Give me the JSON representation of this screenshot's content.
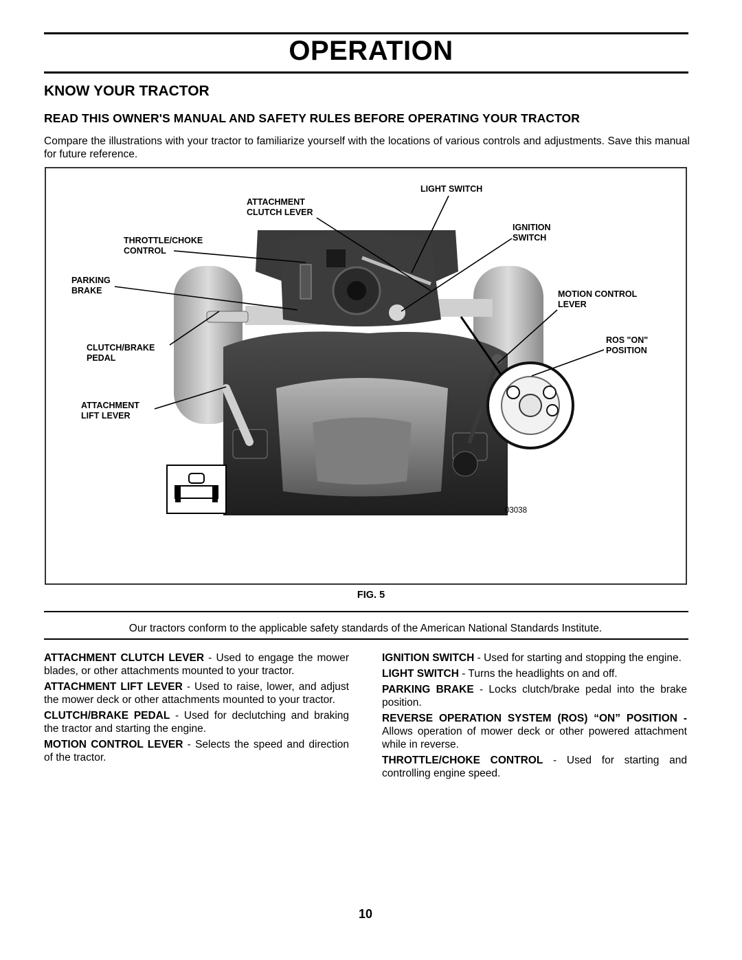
{
  "header": {
    "title": "OPERATION"
  },
  "section": {
    "heading": "KNOW YOUR TRACTOR",
    "subheading": "READ THIS OWNER'S MANUAL AND SAFETY RULES BEFORE OPERATING YOUR TRACTOR",
    "intro": "Compare the illustrations with your tractor to familiarize yourself with the locations of various controls and adjustments. Save this manual for future reference."
  },
  "figure": {
    "caption": "FIG. 5",
    "image_code": "03038",
    "callouts": {
      "light_switch": "LIGHT SWITCH",
      "attachment_clutch_lever": "ATTACHMENT\nCLUTCH LEVER",
      "throttle_choke_control": "THROTTLE/CHOKE\nCONTROL",
      "ignition_switch": "IGNITION\nSWITCH",
      "parking_brake": "PARKING\nBRAKE",
      "motion_control_lever": "MOTION CONTROL\nLEVER",
      "ros_on_position": "ROS \"ON\"\nPOSITION",
      "clutch_brake_pedal": "CLUTCH/BRAKE\nPEDAL",
      "attachment_lift_lever": "ATTACHMENT\nLIFT LEVER"
    }
  },
  "standards_note": "Our tractors conform to the applicable safety standards of the American National Standards Institute.",
  "definitions_left": [
    {
      "term": "ATTACHMENT CLUTCH LEVER",
      "text": " - Used to engage the mower blades, or other attachments mounted to your tractor."
    },
    {
      "term": "ATTACHMENT LIFT LEVER",
      "text": " - Used to raise, lower, and adjust the mower deck or other attachments mounted to your tractor."
    },
    {
      "term": "CLUTCH/BRAKE PEDAL",
      "text": " - Used for declutching and braking the tractor and starting the engine."
    },
    {
      "term": "MOTION CONTROL LEVER",
      "text": " - Selects the speed and direction of the tractor."
    }
  ],
  "definitions_right": [
    {
      "term": "IGNITION SWITCH",
      "text": " - Used for starting and stopping the engine."
    },
    {
      "term": "LIGHT SWITCH",
      "text": " - Turns the headlights on and off."
    },
    {
      "term": "PARKING BRAKE",
      "text": " - Locks clutch/brake pedal into the brake position."
    },
    {
      "term": "REVERSE OPERATION SYSTEM (ROS) “ON” POSITION -",
      "text": " Allows operation of mower deck or other powered attachment while in reverse."
    },
    {
      "term": "THROTTLE/CHOKE CONTROL",
      "text": " - Used for starting and controlling engine speed."
    }
  ],
  "page_number": "10"
}
